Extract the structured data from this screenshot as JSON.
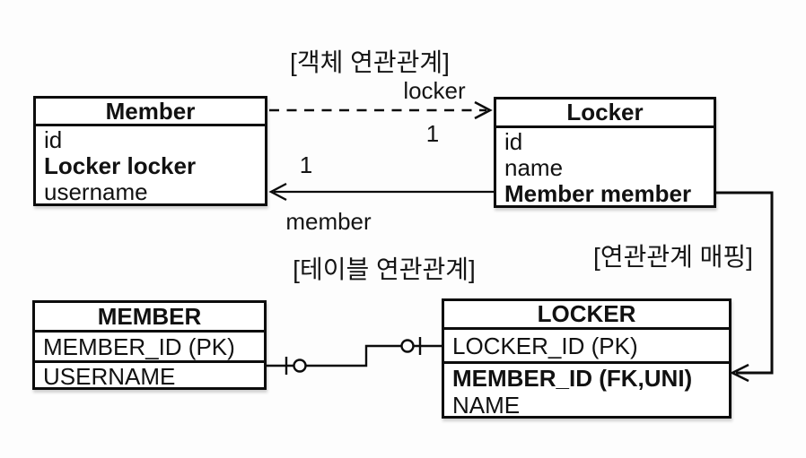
{
  "labels": {
    "object_section": "[객체 연관관계]",
    "table_section": "[테이블 연관관계]",
    "mapping": "[연관관계 매핑]"
  },
  "object_diagram": {
    "member_class": {
      "title": "Member",
      "fields": [
        "id",
        "Locker locker",
        "username"
      ]
    },
    "locker_class": {
      "title": "Locker",
      "fields": [
        "id",
        "name",
        "Member member"
      ]
    },
    "association": {
      "to_locker_role": "locker",
      "to_locker_multiplicity": "1",
      "to_member_role": "member",
      "to_member_multiplicity": "1"
    }
  },
  "table_diagram": {
    "member_table": {
      "title": "MEMBER",
      "rows": [
        "MEMBER_ID (PK)",
        "USERNAME"
      ]
    },
    "locker_table": {
      "title": "LOCKER",
      "rows": [
        "LOCKER_ID (PK)",
        "MEMBER_ID (FK,UNI)",
        "NAME"
      ]
    }
  },
  "colors": {
    "line": "#0c0c0c",
    "background": "#fdfdfd",
    "text": "#111111"
  }
}
